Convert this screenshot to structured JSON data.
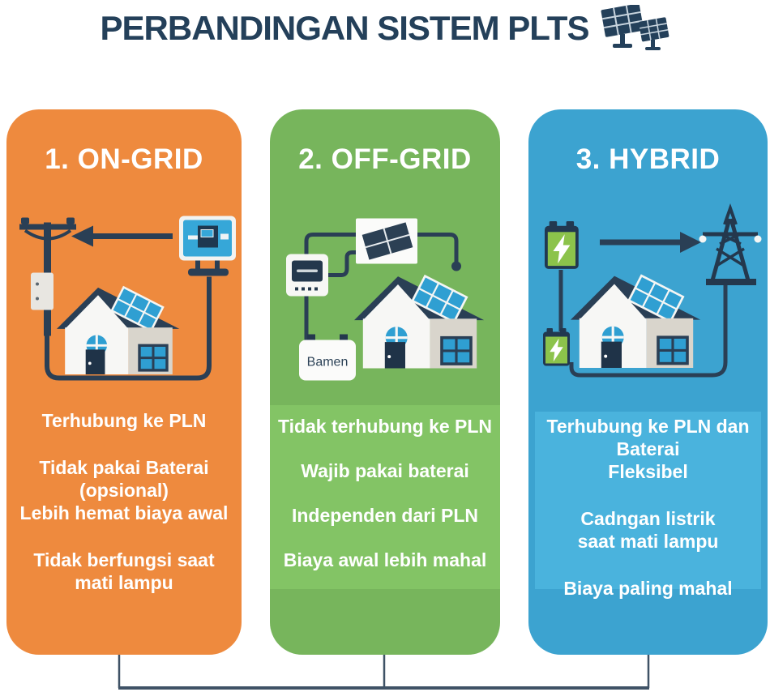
{
  "title": "PERBANDINGAN SISTEM PLTS",
  "colors": {
    "title_navy": "#24405a",
    "ongrid_orange": "#ee8a3e",
    "offgrid_green": "#77b55c",
    "offgrid_panel_green": "#83c465",
    "hybrid_blue": "#3ca3d0",
    "hybrid_panel_blue": "#4ab3dd",
    "illustration_navy": "#2a3f55",
    "solar_blue": "#2f9fd2",
    "battery_green": "#8cc34b",
    "connector_line": "#3f5266"
  },
  "cards": [
    {
      "heading": "1. ON-GRID",
      "features": [
        "Terhubung ke PLN",
        "Tidak pakai Baterai\n(opsional)",
        "Lebih hemat biaya awal",
        "Tidak berfungsi saat\nmati lampu"
      ]
    },
    {
      "heading": "2. OFF-GRID",
      "battery_label": "Bamen",
      "features": [
        "Tidak terhubung ke PLN",
        "Wajib pakai baterai",
        "Independen dari PLN",
        "Biaya awal lebih mahal"
      ]
    },
    {
      "heading": "3. HYBRID",
      "features": [
        "Terhubung ke PLN dan\nBaterai\nFleksibel",
        "Cadngan listrik\nsaat mati lampu",
        "Biaya paling mahal"
      ]
    }
  ]
}
